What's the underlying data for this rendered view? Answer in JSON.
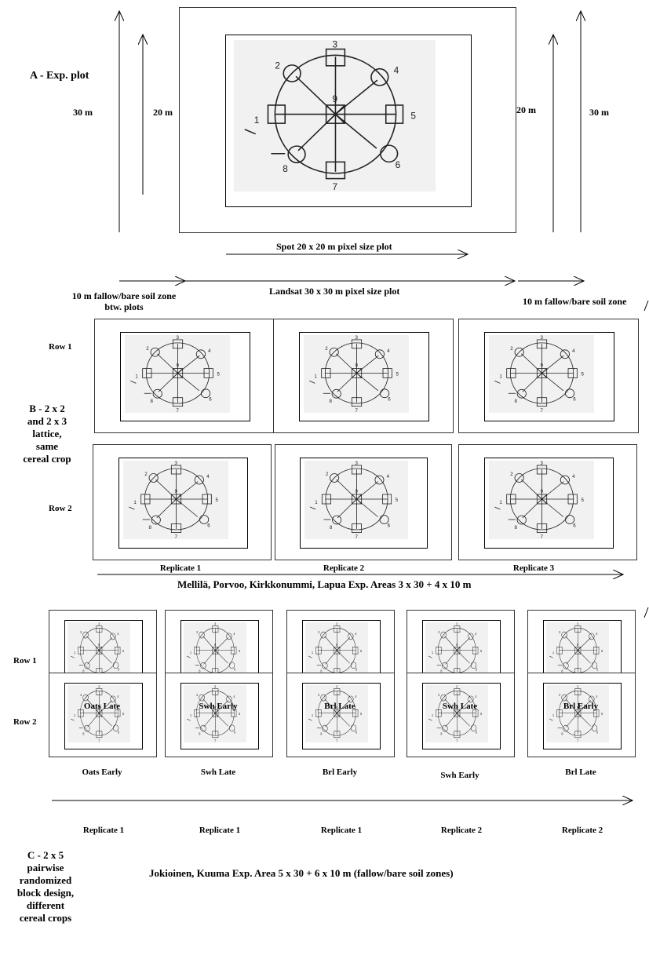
{
  "section_a": {
    "title": "A - Exp. plot",
    "outer_left_label": "30 m",
    "inner_left_label": "20 m",
    "inner_right_label": "20 m",
    "outer_right_label": "30 m",
    "spot_label": "Spot 20 x 20 m pixel  size plot",
    "landsat_label": "Landsat 30 x 30 m pixel  size plot",
    "fallow_left_line1": "10 m fallow/bare soil zone",
    "fallow_left_line2": "btw. plots",
    "fallow_right": "10 m fallow/bare soil zone",
    "schematic_numbers": [
      "1",
      "2",
      "3",
      "4",
      "5",
      "6",
      "7",
      "8",
      "9"
    ]
  },
  "section_b": {
    "title_lines": [
      "B - 2 x 2",
      "and 2 x 3",
      "lattice,",
      "same",
      "cereal crop"
    ],
    "row_labels": [
      "Row 1",
      "Row 2"
    ],
    "replicates": [
      "Replicate 1",
      "Replicate 2",
      "Replicate 3"
    ],
    "areas_label": "Mellilä, Porvoo, Kirkkonummi, Lapua Exp. Areas 3 x 30 + 4 x 10 m"
  },
  "section_c": {
    "title_lines": [
      "C - 2 x 5",
      "pairwise",
      "randomized",
      "block design,",
      "different",
      "cereal crops"
    ],
    "row_labels": [
      "Row 1",
      "Row 2"
    ],
    "row1_crops": [
      "Oats Late",
      "Swh Early",
      "Brl Late",
      "Swh Late",
      "Brl Early"
    ],
    "row2_crops": [
      "Oats Early",
      "Swh Late",
      "Brl Early",
      "Swh Early",
      "Brl Late"
    ],
    "replicates": [
      "Replicate 1",
      "Replicate 1",
      "Replicate 1",
      "Replicate 2",
      "Replicate 2"
    ],
    "areas_label": "Jokioinen, Kuuma Exp. Area 5 x 30 + 6 x 10 m (fallow/bare soil zones)"
  }
}
